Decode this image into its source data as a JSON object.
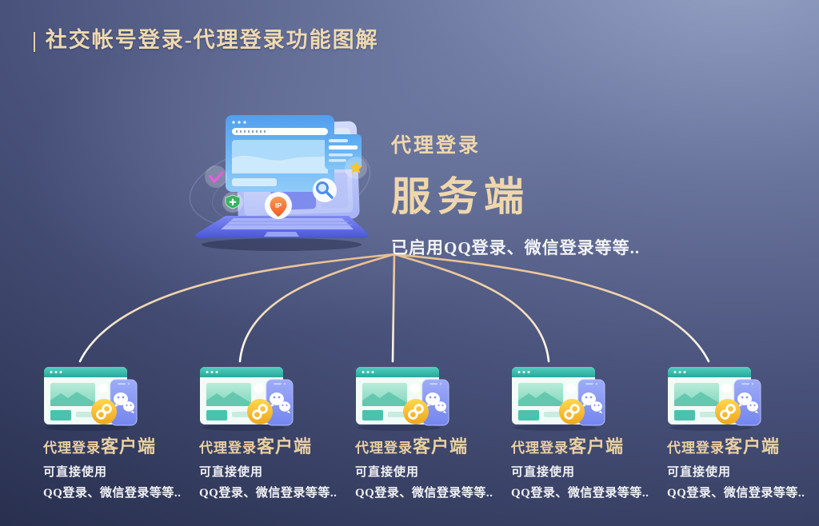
{
  "header": {
    "title": "| 社交帐号登录-代理登录功能图解"
  },
  "server": {
    "label_small": "代理登录",
    "label_large": "服务端",
    "description": "已启用QQ登录、微信登录等等..",
    "illustration_icons": [
      "check-icon",
      "shield-plus-icon",
      "ip-pin-icon",
      "search-icon",
      "star-icon"
    ],
    "ip_pin_label": "IP"
  },
  "clients": [
    {
      "title_prefix": "代理登录",
      "title_bold": "客户端",
      "line1": "可直接使用",
      "line2": "QQ登录、微信登录等等.."
    },
    {
      "title_prefix": "代理登录",
      "title_bold": "客户端",
      "line1": "可直接使用",
      "line2": "QQ登录、微信登录等等.."
    },
    {
      "title_prefix": "代理登录",
      "title_bold": "客户端",
      "line1": "可直接使用",
      "line2": "QQ登录、微信登录等等.."
    },
    {
      "title_prefix": "代理登录",
      "title_bold": "客户端",
      "line1": "可直接使用",
      "line2": "QQ登录、微信登录等等.."
    },
    {
      "title_prefix": "代理登录",
      "title_bold": "客户端",
      "line1": "可直接使用",
      "line2": "QQ登录、微信登录等等.."
    }
  ],
  "colors": {
    "accent_gold": "#efd7ab",
    "text_white": "#f2f3f6",
    "connector_top": "#e9bd8d",
    "connector_bottom": "#ffffff",
    "client_teal": "#35b7a9",
    "coin_gold": "#f6c232",
    "phone_blue": "#8093f0",
    "laptop_purple": "#5d68e2",
    "window_blue": "#5fa9ef"
  }
}
